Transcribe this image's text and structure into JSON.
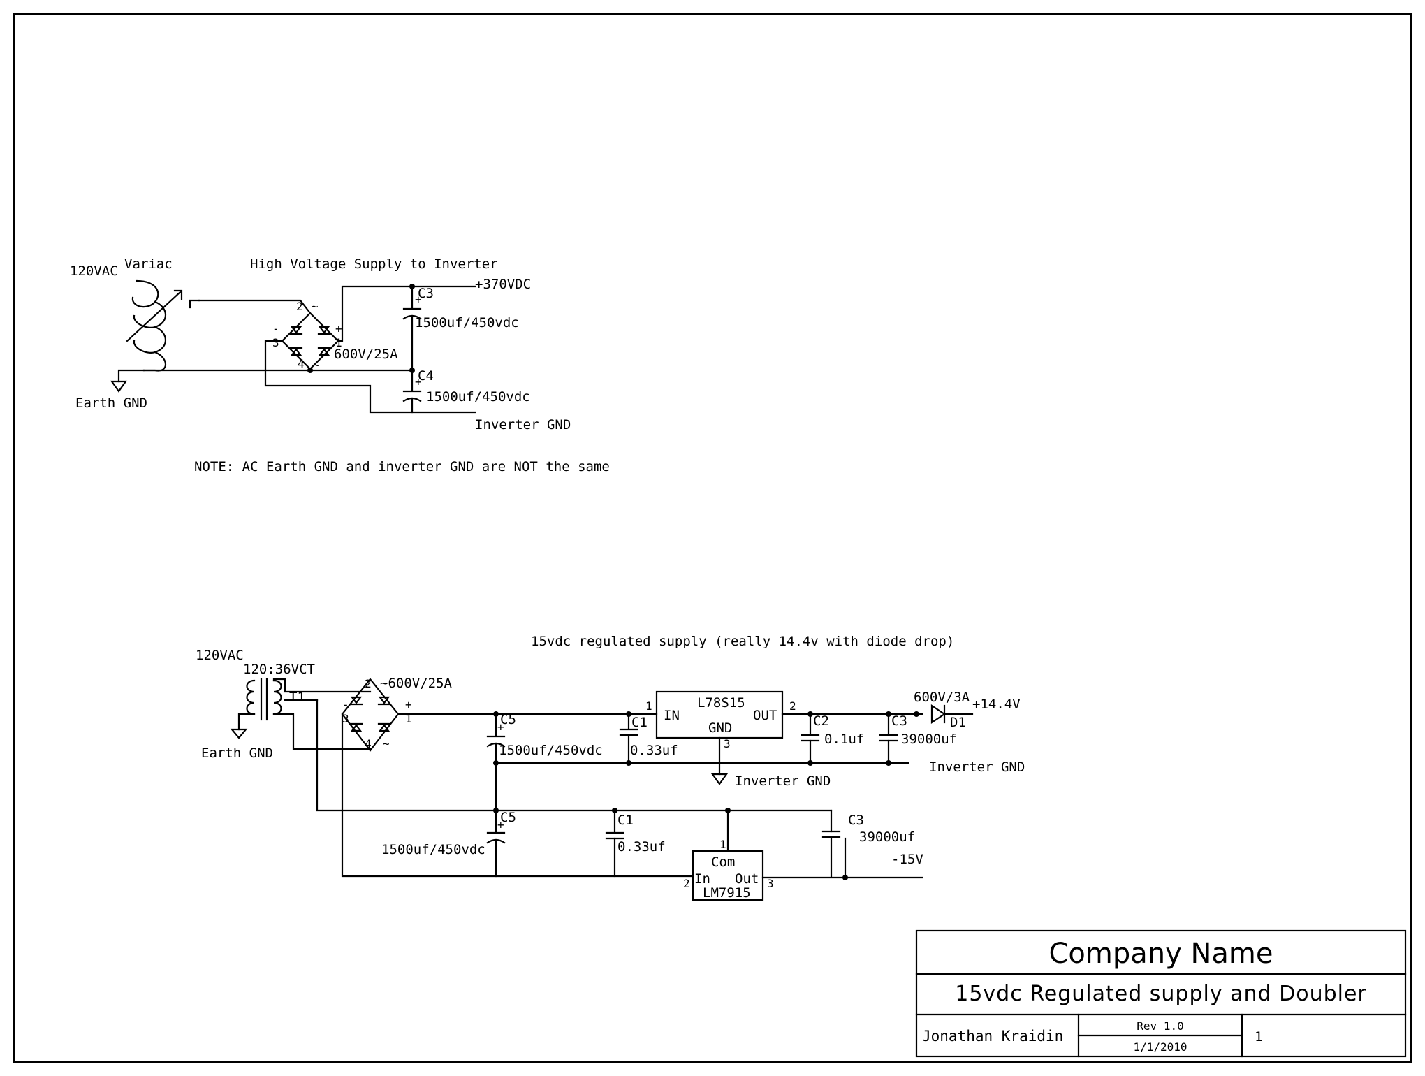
{
  "hv_supply": {
    "title": "High Voltage Supply to Inverter",
    "input_label": "120VAC",
    "variac_label": "Variac",
    "earth_gnd": "Earth GND",
    "bridge_rating": "600V/25A",
    "bridge_pins": {
      "p1": "1",
      "p2": "2",
      "p3": "3",
      "p4": "4",
      "plus": "+",
      "minus": "-",
      "tilde_a": "~",
      "tilde_b": "~"
    },
    "c_top": {
      "ref": "C3",
      "value": "1500uf/450vdc",
      "pol": "+"
    },
    "c_bot": {
      "ref": "C4",
      "value": "1500uf/450vdc",
      "pol": "+"
    },
    "output_label": "+370VDC",
    "inverter_gnd": "Inverter GND"
  },
  "note": "NOTE: AC Earth GND and inverter GND are NOT the same",
  "reg_supply": {
    "title": "15vdc regulated supply (really 14.4v with diode drop)",
    "input_label": "120VAC",
    "transformer_ratio": "120:36VCT",
    "transformer_ref": "T1",
    "earth_gnd": "Earth GND",
    "bridge_rating": "~600V/25A",
    "bridge_pins": {
      "p1": "1",
      "p2": "2",
      "p3": "3",
      "p4": "4",
      "plus": "+",
      "minus": "-",
      "tilde": "~"
    },
    "c5_top": {
      "ref": "C5",
      "value": "1500uf/450vdc",
      "pol": "+"
    },
    "c1_top": {
      "ref": "C1",
      "value": "0.33uf"
    },
    "reg_pos": {
      "name": "L78S15",
      "in": "IN",
      "out": "OUT",
      "gnd": "GND",
      "pin1": "1",
      "pin2": "2",
      "pin3": "3"
    },
    "c2": {
      "ref": "C2",
      "value": "0.1uf"
    },
    "c3_top": {
      "ref": "C3",
      "value": "39000uf"
    },
    "diode": {
      "ref": "D1",
      "rating": "600V/3A"
    },
    "pos_out": "+14.4V",
    "inverter_gnd_sym": "Inverter GND",
    "inverter_gnd_net": "Inverter GND",
    "c5_bot": {
      "ref": "C5",
      "value": "1500uf/450vdc",
      "pol": "+"
    },
    "c1_bot": {
      "ref": "C1",
      "value": "0.33uf"
    },
    "reg_neg": {
      "name": "LM7915",
      "com": "Com",
      "in": "In",
      "out": "Out",
      "pin1": "1",
      "pin2": "2",
      "pin3": "3"
    },
    "c3_bot": {
      "ref": "C3",
      "value": "39000uf"
    },
    "neg_out": "-15V"
  },
  "title_block": {
    "company": "Company Name",
    "title": "15vdc Regulated supply and Doubler",
    "author": "Jonathan Kraidin",
    "revision": "Rev 1.0",
    "date": "1/1/2010",
    "sheet": "1"
  }
}
